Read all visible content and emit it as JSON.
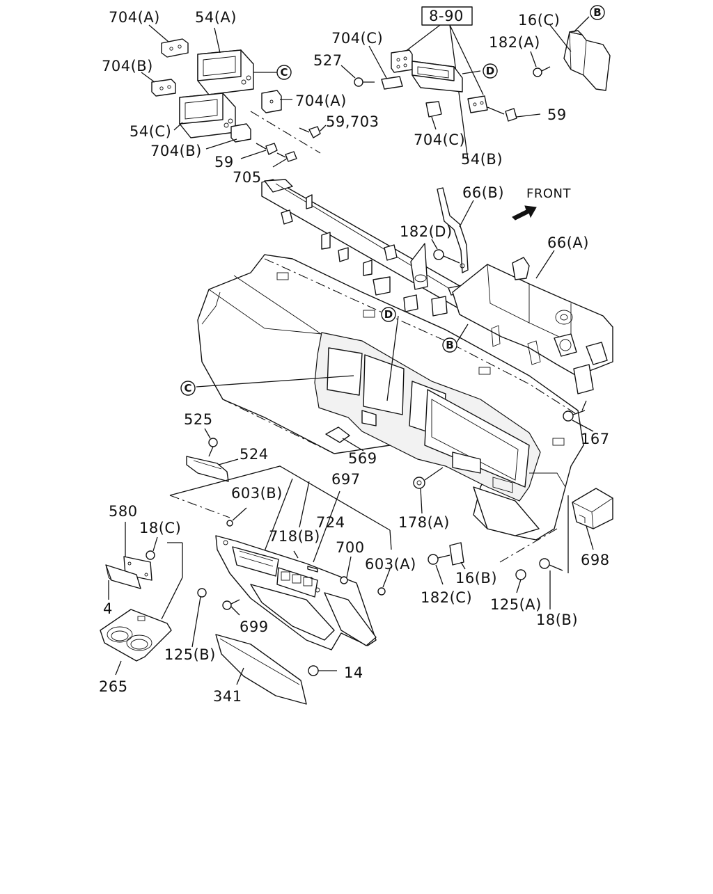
{
  "diagram": {
    "reference_box": "8-90",
    "front_label": "FRONT",
    "circle_refs": {
      "b_top": "B",
      "c_top": "C",
      "d_top": "D",
      "d_mid": "D",
      "b_mid": "B",
      "c_mid": "C"
    },
    "labels": {
      "l704a_top": "704(A)",
      "l54a": "54(A)",
      "l704b_top": "704(B)",
      "l704a_mid": "704(A)",
      "l54c": "54(C)",
      "l59_703": "59,703",
      "l704b_mid": "704(B)",
      "l59_left": "59",
      "l705": "705",
      "l704c_top": "704(C)",
      "l527": "527",
      "l704c_bot": "704(C)",
      "l54b": "54(B)",
      "l59_right": "59",
      "l16c": "16(C)",
      "l182a": "182(A)",
      "l66b": "66(B)",
      "l182d": "182(D)",
      "l66a": "66(A)",
      "l167": "167",
      "l525": "525",
      "l524": "524",
      "l569": "569",
      "l697": "697",
      "l603b": "603(B)",
      "l724": "724",
      "l580": "580",
      "l18c": "18(C)",
      "l718b": "718(B)",
      "l700": "700",
      "l603a": "603(A)",
      "l178a": "178(A)",
      "l698": "698",
      "l4": "4",
      "l16b": "16(B)",
      "l182c": "182(C)",
      "l125a": "125(A)",
      "l699": "699",
      "l125b": "125(B)",
      "l18b": "18(B)",
      "l14": "14",
      "l265": "265",
      "l341": "341"
    }
  }
}
